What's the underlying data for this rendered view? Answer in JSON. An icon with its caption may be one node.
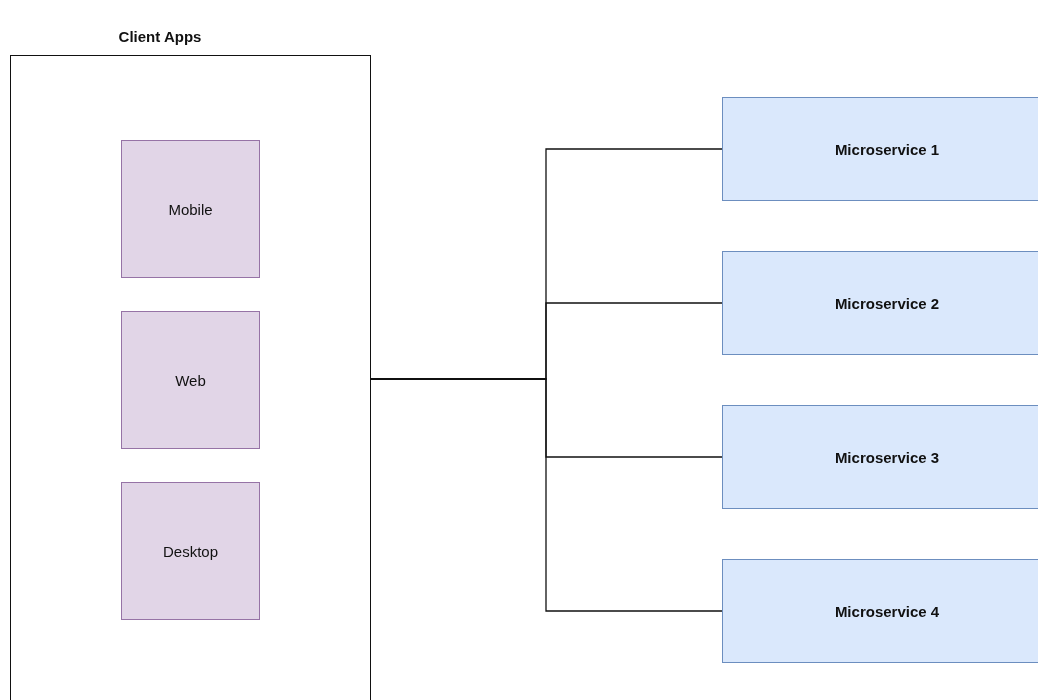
{
  "diagram": {
    "nodes": [
      {
        "text": [
          "Client Apps"
        ]
      },
      {
        "text": [
          "Mobile"
        ],
        "in": 0
      },
      {
        "text": [
          "Web"
        ],
        "in": 0
      },
      {
        "text": [
          "Desktop"
        ],
        "in": 0
      },
      {
        "text": [
          "Microservice 1"
        ]
      },
      {
        "text": [
          "Microservice 2"
        ]
      },
      {
        "text": [
          "Microservice 3"
        ]
      },
      {
        "text": [
          "Microservice 4"
        ]
      }
    ],
    "edges": [
      {
        "from": 0,
        "to": 4,
        "arrow": "none"
      },
      {
        "from": 0,
        "to": 5,
        "arrow": "none"
      },
      {
        "from": 0,
        "to": 6,
        "arrow": "none"
      },
      {
        "from": 0,
        "to": 7,
        "arrow": "none"
      }
    ]
  }
}
